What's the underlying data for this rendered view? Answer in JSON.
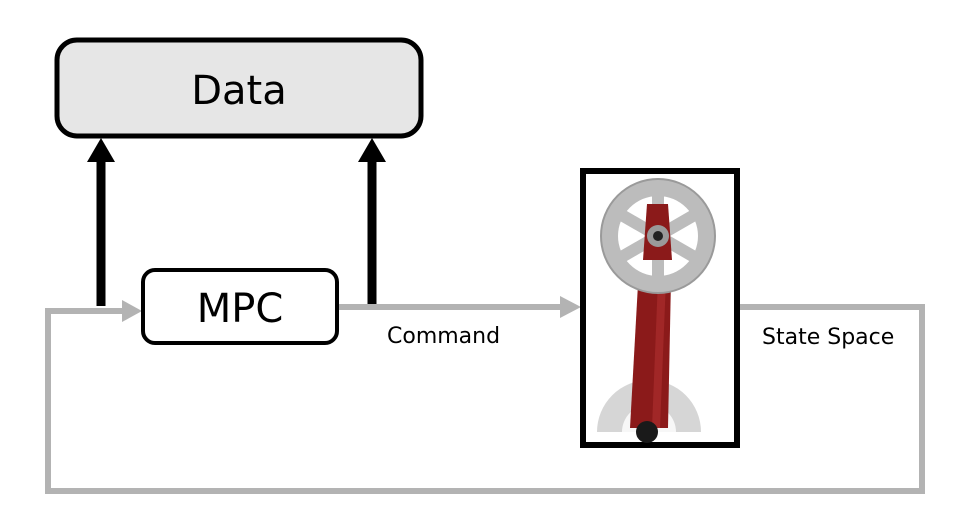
{
  "nodes": {
    "data_box": {
      "label": "Data"
    },
    "mpc_box": {
      "label": "MPC"
    },
    "plant": {
      "icon": "pendulum-wheel-icon"
    }
  },
  "edges": {
    "command": {
      "label": "Command"
    },
    "state_space": {
      "label": "State Space"
    }
  },
  "colors": {
    "background": "#ffffff",
    "box_stroke": "#000000",
    "data_fill": "#e6e6e6",
    "mpc_fill": "#ffffff",
    "gray_arrow": "#b3b3b3",
    "black_arrow": "#000000",
    "pendulum_red": "#8b1a1a",
    "wheel_gray": "#bcbcbc"
  }
}
